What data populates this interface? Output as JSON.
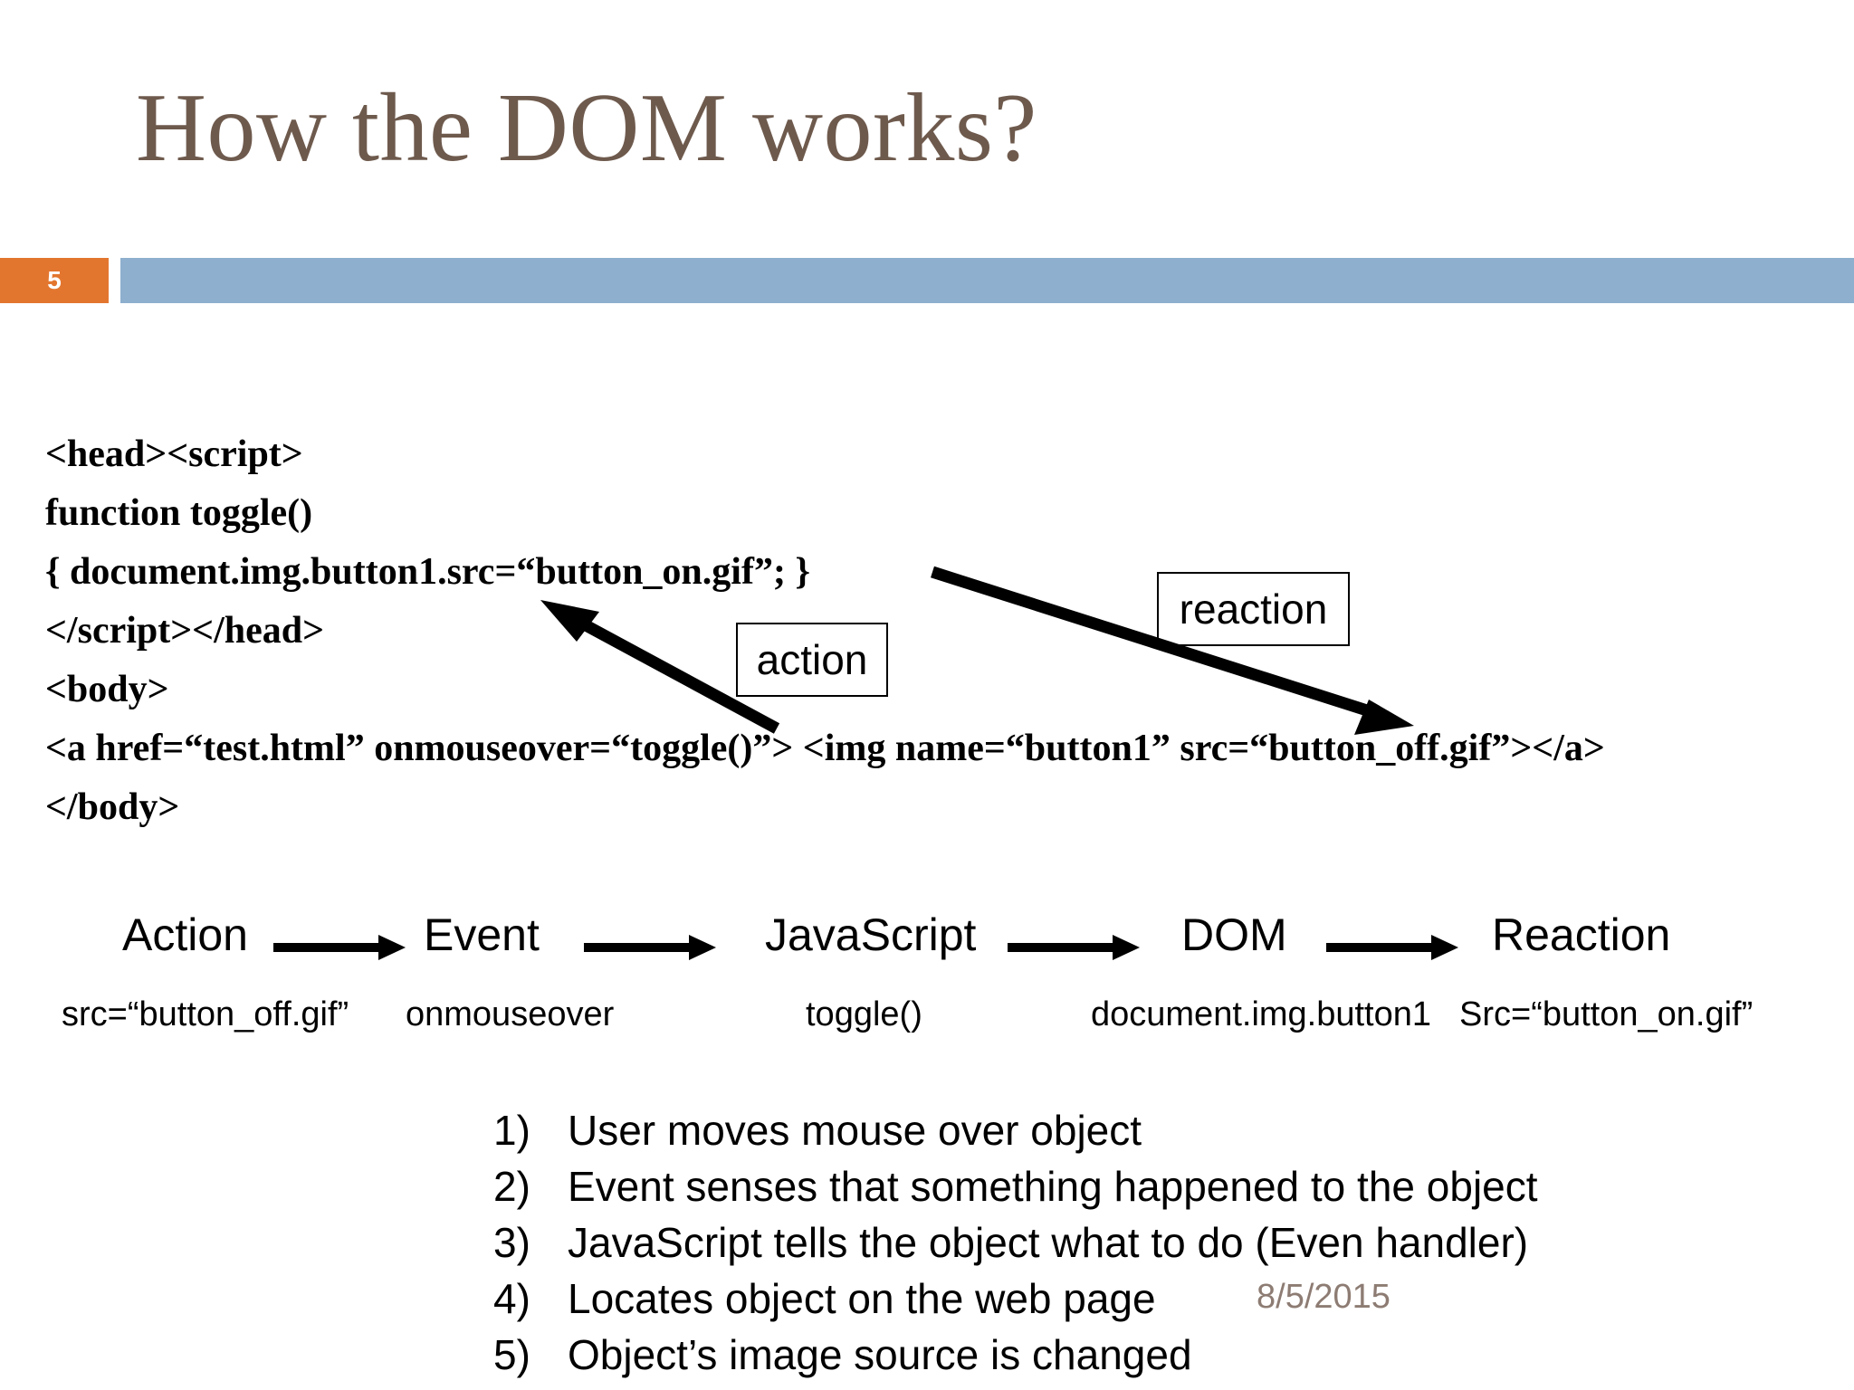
{
  "slide": {
    "title": "How the DOM works?",
    "page_number": "5",
    "date_stamp": "8/5/2015",
    "accent_orange": "#E3762F",
    "accent_blue": "#8EAFCE",
    "title_color": "#6E5A4D",
    "date_color": "#8D7C73"
  },
  "code_block": {
    "lines": [
      "<head><script>",
      "function toggle()",
      "{ document.img.button1.src=“button_on.gif”; }",
      "</script></head>",
      "<body>",
      "<a href=“test.html” onmouseover=“toggle()”> <img name=“button1” src=“button_off.gif”></a>",
      "</body>"
    ]
  },
  "callouts": {
    "action": "action",
    "reaction": "reaction"
  },
  "flow": {
    "nodes": [
      {
        "label": "Action",
        "sub": "src=“button_off.gif”"
      },
      {
        "label": "Event",
        "sub": "onmouseover"
      },
      {
        "label": "JavaScript",
        "sub": "toggle()"
      },
      {
        "label": "DOM",
        "sub": "document.img.button1"
      },
      {
        "label": "Reaction",
        "sub": "Src=“button_on.gif”"
      }
    ]
  },
  "steps": [
    {
      "num": "1)",
      "text": "User moves mouse over object"
    },
    {
      "num": "2)",
      "text": "Event senses that something happened to the object"
    },
    {
      "num": "3)",
      "text": "JavaScript tells the object what to do (Even handler)"
    },
    {
      "num": "4)",
      "text": "Locates object on the web page"
    },
    {
      "num": "5)",
      "text": "Object’s image source is changed"
    }
  ]
}
